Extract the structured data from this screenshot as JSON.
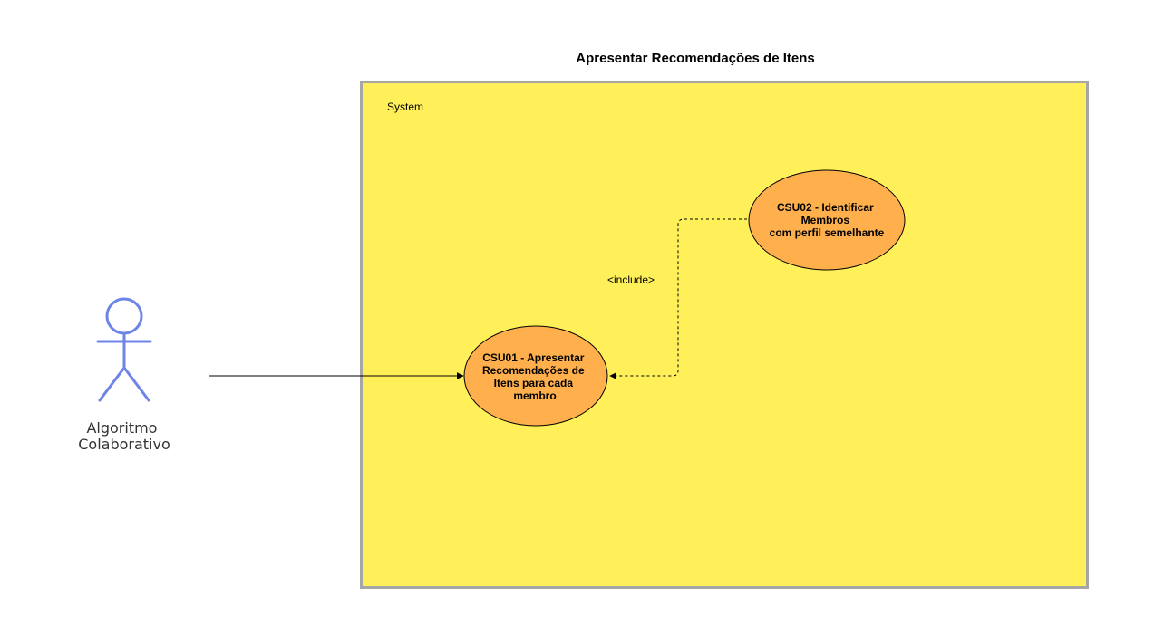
{
  "title": "Apresentar Recomendações de Itens",
  "system": {
    "label": "System"
  },
  "actor": {
    "lines": [
      "Algoritmo",
      "Colaborativo"
    ]
  },
  "use_cases": [
    {
      "id": "csu01",
      "lines": [
        "CSU01 - Apresentar",
        "Recomendações de",
        "Itens para cada",
        "membro"
      ]
    },
    {
      "id": "csu02",
      "lines": [
        "CSU02 - Identificar",
        "Membros",
        "com perfil semelhante"
      ]
    }
  ],
  "relationship": {
    "label": "<include>"
  },
  "colors": {
    "system_fill": "#fff05a",
    "system_border": "#a6a6a6",
    "usecase_fill": "#ffb04d",
    "usecase_border": "#000000",
    "actor_stroke": "#6e85e8"
  }
}
